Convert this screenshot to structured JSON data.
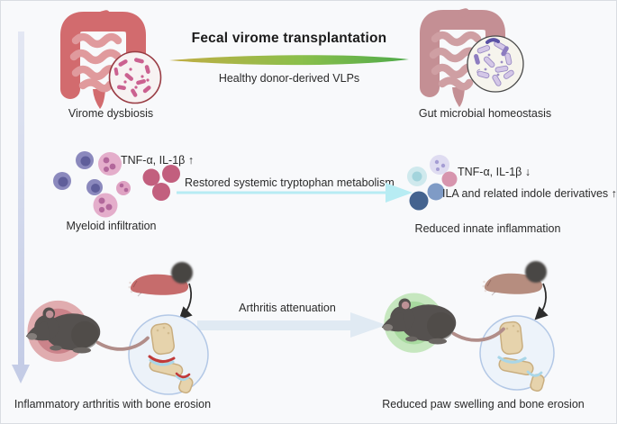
{
  "top_row": {
    "title": "Fecal virome transplantation",
    "arrow_caption": "Healthy donor-derived VLPs",
    "left_caption": "Virome dysbiosis",
    "right_caption": "Gut microbial homeostasis"
  },
  "middle_row": {
    "left_cytokines": "TNF-α, IL-1β ↑",
    "left_caption": "Myeloid infiltration",
    "arrow_caption": "Restored systemic tryptophan metabolism",
    "right_cytokines": "TNF-α, IL-1β ↓",
    "right_metabolites": "ILA and related indole derivatives ↑",
    "right_caption": "Reduced innate inflammation"
  },
  "bottom_row": {
    "arrow_caption": "Arthritis attenuation",
    "left_caption": "Inflammatory arthritis with bone erosion",
    "right_caption": "Reduced paw swelling and bone erosion"
  },
  "colors": {
    "fvt_gradient_start": "#c2ad44",
    "fvt_gradient_mid": "#8abf4b",
    "fvt_gradient_end": "#4faa4a",
    "tryptophan_arrow": "#b7ecf3",
    "attenuation_arrow": "#e0eaf3",
    "timeline_arrow": "#c4cce6",
    "dysbiosis_gut": "#d26b6e",
    "homeostasis_gut": "#c48f94",
    "inflamed_glow_outer": "#e0acaf",
    "inflamed_glow_inner": "#cb838a",
    "healthy_glow_outer": "#c6e7bf",
    "healthy_glow_inner": "#a8da9f",
    "erosion_mark": "#c03a3a",
    "joint_cartilage": "#a9d6e8"
  }
}
